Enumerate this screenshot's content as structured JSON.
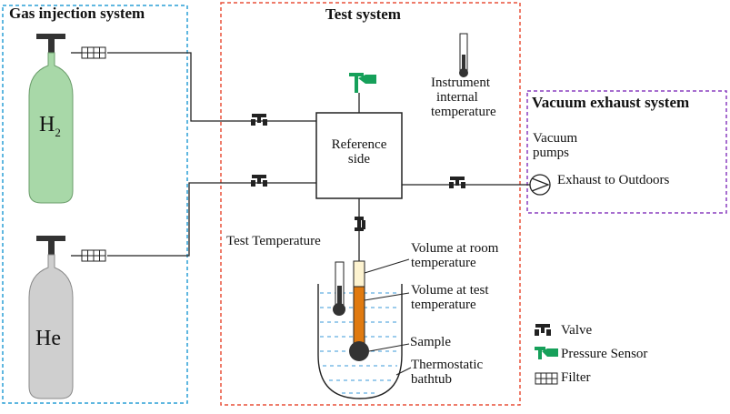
{
  "sections": {
    "gas_injection_title": "Gas injection system",
    "test_system_title": "Test system",
    "vacuum_title": "Vacuum exhaust system"
  },
  "cylinders": {
    "top_formula_main": "H",
    "top_formula_sub": "2",
    "bottom_label": "He"
  },
  "reference_box": {
    "line1": "Reference",
    "line2": "side"
  },
  "labels": {
    "instrument_line1": "Instrument",
    "instrument_line2": "internal",
    "instrument_line3": "temperature",
    "vacuum_pumps_line1": "Vacuum",
    "vacuum_pumps_line2": "pumps",
    "exhaust": "Exhaust to Outdoors",
    "test_temperature": "Test Temperature",
    "volume_room_line1": "Volume at room",
    "volume_room_line2": "temperature",
    "volume_test_line1": "Volume at test",
    "volume_test_line2": "temperature",
    "sample": "Sample",
    "bath_line1": "Thermostatic",
    "bath_line2": "bathtub"
  },
  "legend": {
    "valve": "Valve",
    "pressure_sensor": "Pressure Sensor",
    "filter": "Filter"
  },
  "colors": {
    "gas_border": "#2a9fd6",
    "test_border": "#e8503a",
    "vacuum_border": "#8a3fbf",
    "h2_cylinder": "#a8d8a8",
    "he_cylinder": "#cfcfcf",
    "sensor_green": "#16a05a",
    "volume_orange": "#e07a10",
    "bath_blue": "#3a9ad9"
  }
}
